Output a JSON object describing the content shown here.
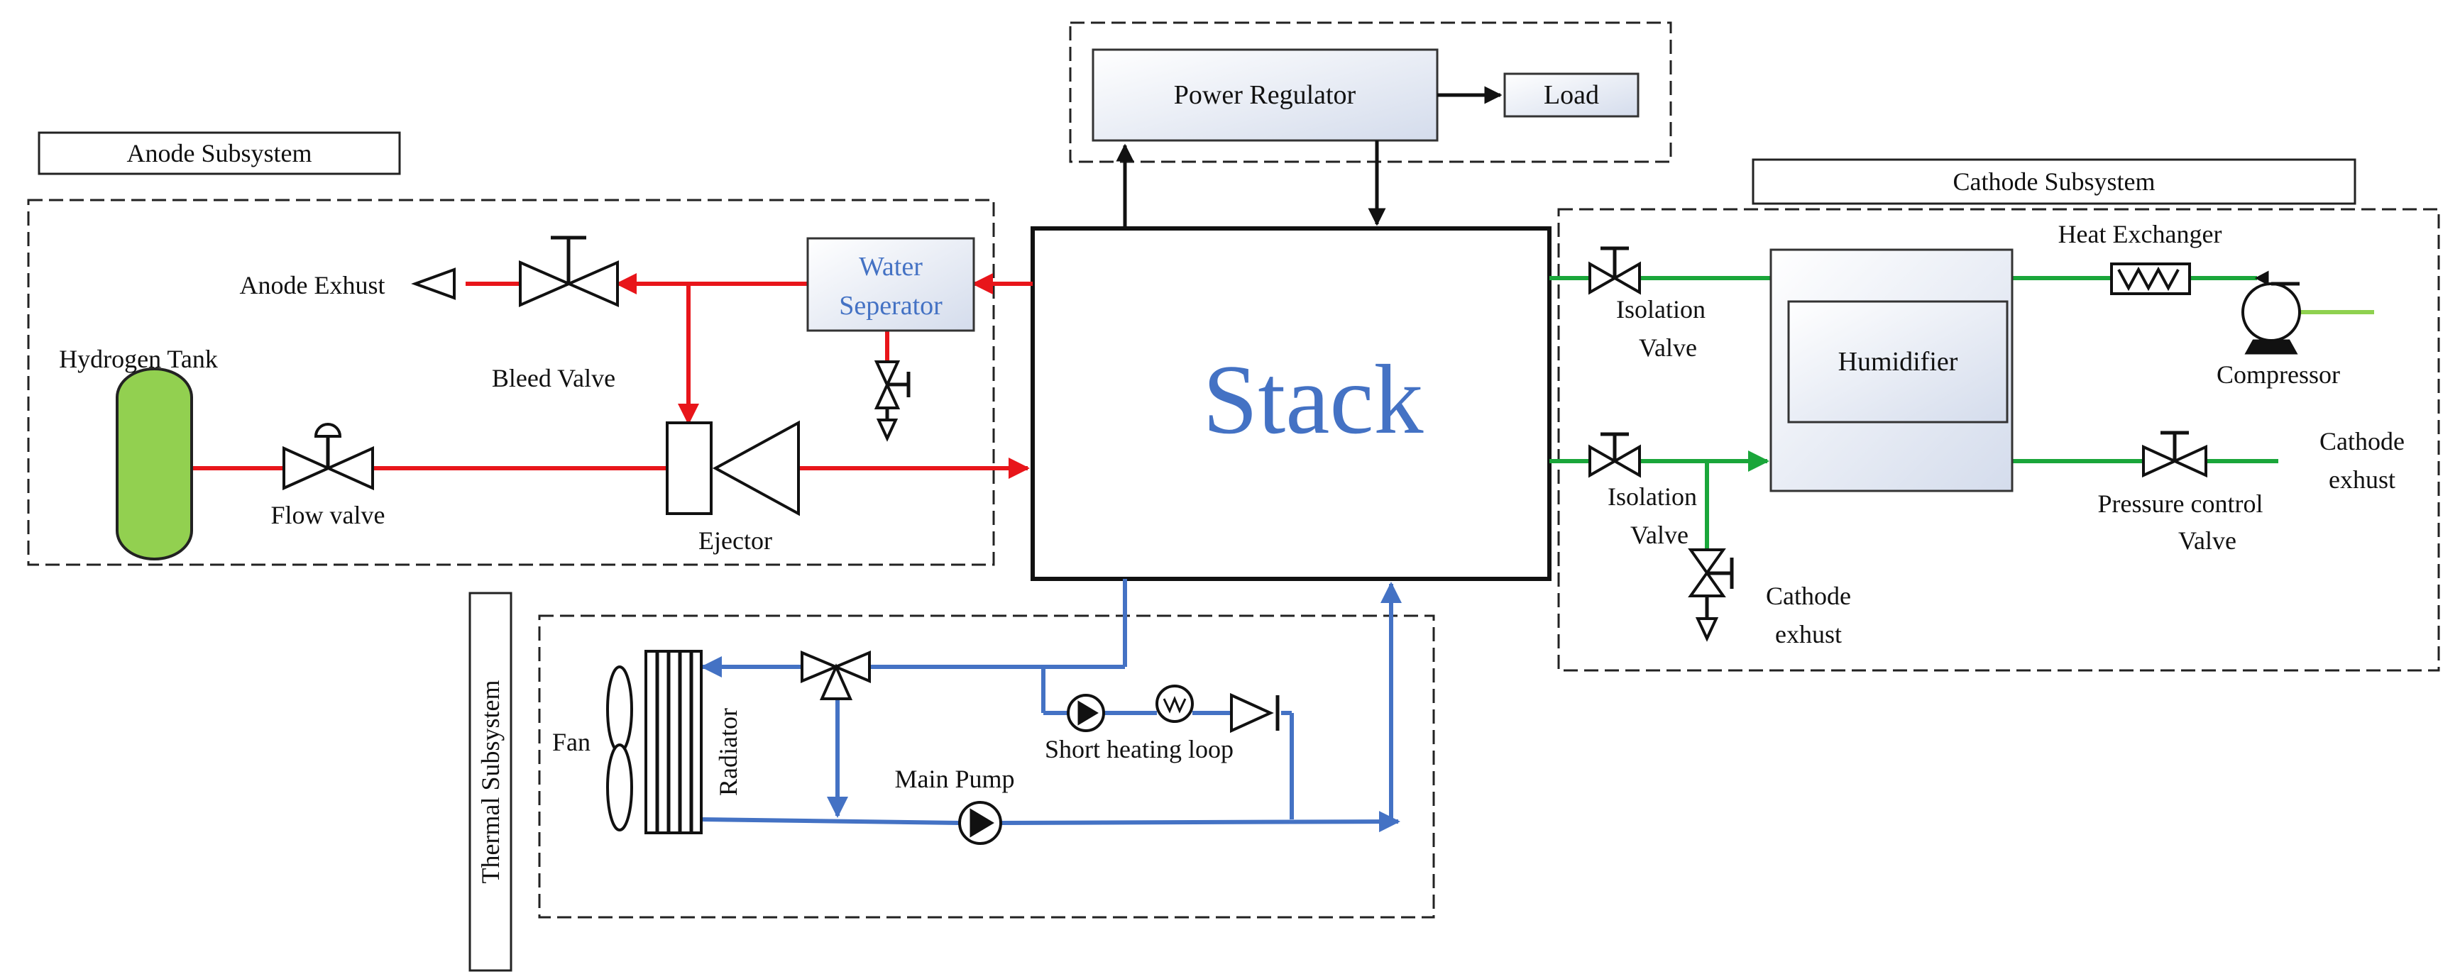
{
  "labels": {
    "anode_subsystem": "Anode Subsystem",
    "cathode_subsystem": "Cathode Subsystem",
    "thermal_subsystem": "Thermal Subsystem",
    "power_regulator": "Power Regulator",
    "load": "Load",
    "stack": "Stack",
    "anode_exhaust": "Anode Exhust",
    "bleed_valve": "Bleed Valve",
    "water_separator_line1": "Water",
    "water_separator_line2": "Seperator",
    "hydrogen_tank": "Hydrogen Tank",
    "flow_valve": "Flow valve",
    "ejector": "Ejector",
    "isolation_valve_top_line1": "Isolation",
    "isolation_valve_top_line2": "Valve",
    "isolation_valve_bottom_line1": "Isolation",
    "isolation_valve_bottom_line2": "Valve",
    "humidifier": "Humidifier",
    "heat_exchanger": "Heat Exchanger",
    "compressor": "Compressor",
    "cathode_exhaust_right_line1": "Cathode",
    "cathode_exhaust_right_line2": "exhust",
    "pressure_control_line1": "Pressure control",
    "pressure_control_line2": "Valve",
    "cathode_exhaust_bottom_line1": "Cathode",
    "cathode_exhaust_bottom_line2": "exhust",
    "fan": "Fan",
    "radiator": "Radiator",
    "main_pump": "Main Pump",
    "short_heating_loop": "Short heating loop"
  },
  "colors": {
    "anode_line": "#e8151a",
    "cathode_line": "#1aa63a",
    "coolant_line": "#4472c4",
    "hydrogen_tank": "#92d050",
    "stack_text": "#4472c4"
  }
}
